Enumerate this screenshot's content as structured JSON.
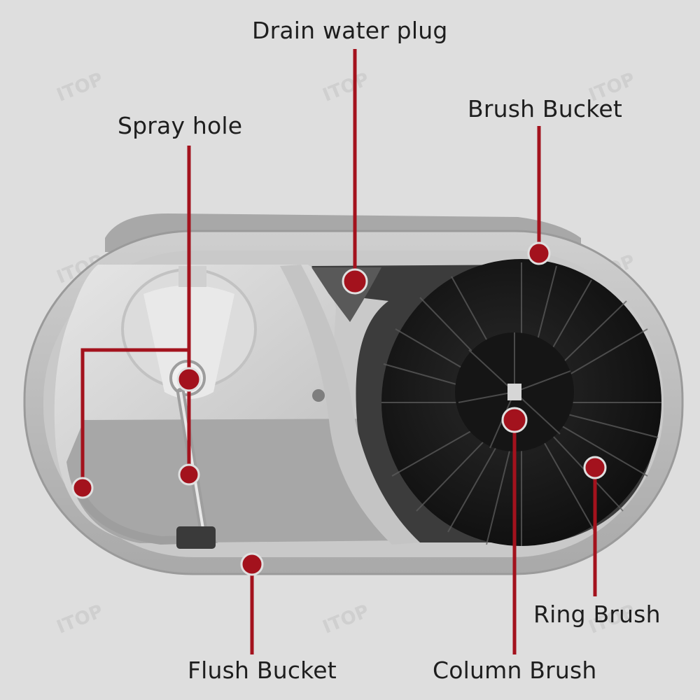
{
  "labels": {
    "drain_water_plug": "Drain water plug",
    "brush_bucket": "Brush Bucket",
    "spray_hole": "Spray hole",
    "ring_brush": "Ring Brush",
    "flush_bucket": "Flush Bucket",
    "column_brush": "Column Brush"
  },
  "watermark": "ITOP",
  "colors": {
    "callout": "#a3121d",
    "background": "#dedede",
    "bucket_body": "#bdbdbd",
    "bristles": "#1c1c1c"
  }
}
